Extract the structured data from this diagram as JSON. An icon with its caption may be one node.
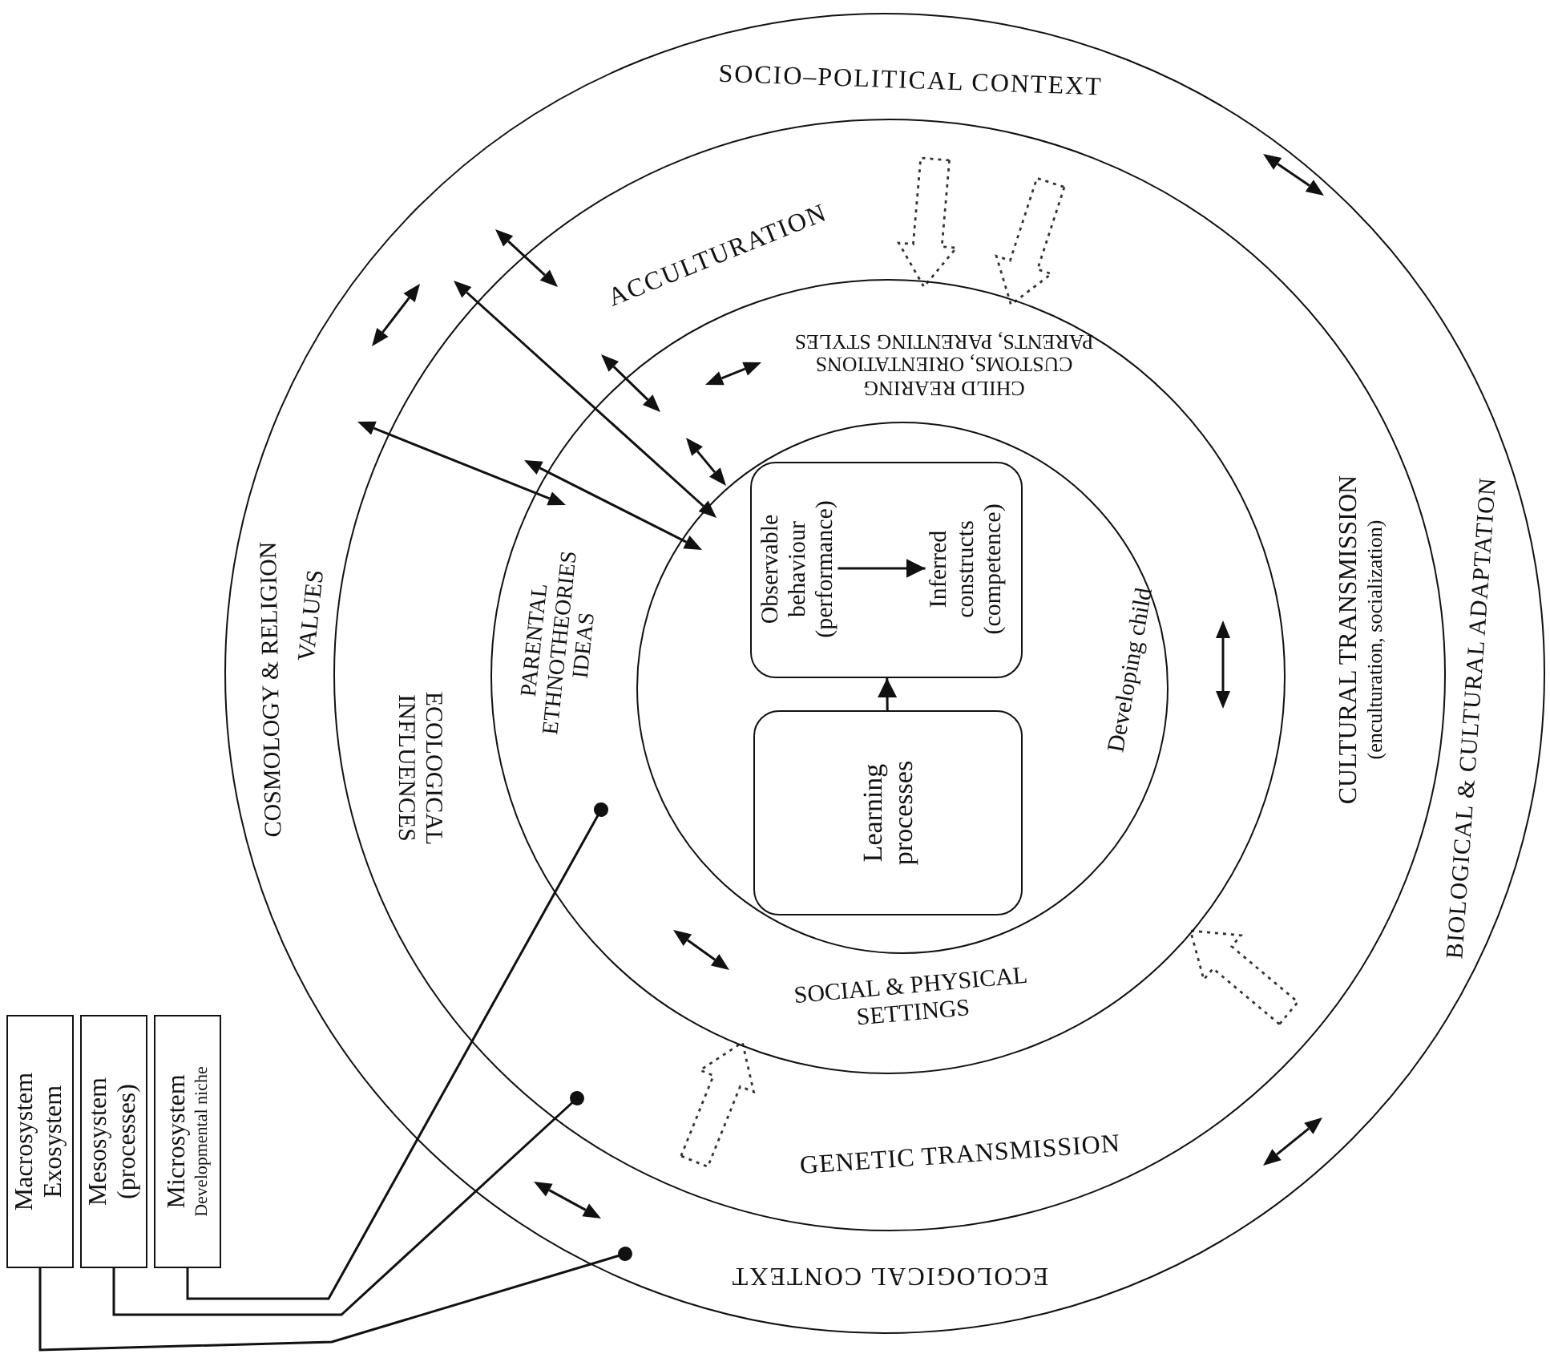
{
  "diagram": {
    "nodes": [
      {
        "text": [
          "SOCIO–POLITICAL CONTEXT",
          "COSMOLOGY & RELIGION",
          "VALUES",
          "BIOLOGICAL & CULTURAL ADAPTATION",
          "ECOLOGICAL CONTEXT"
        ]
      },
      {
        "text": [
          "ACCULTURATION",
          "CULTURAL TRANSMISSION",
          "(enculturation, socialization)",
          "GENETIC TRANSMISSION",
          "ECOLOGICAL INFLUENCES"
        ],
        "in": 0
      },
      {
        "text": [
          "PARENTAL ETHNOTHEORIES IDEAS",
          "CHILD REARING",
          "CUSTOMS, ORIENTATIONS",
          "PARENTS, PARENTING STYLES",
          "SOCIAL & PHYSICAL",
          "SETTINGS"
        ],
        "in": 1
      },
      {
        "text": [
          "Developing child"
        ],
        "in": 2
      },
      {
        "text": [],
        "shape": "box",
        "in": 3
      },
      {
        "text": [
          "Observable behaviour (performance)"
        ],
        "in": 4
      },
      {
        "text": [
          "Inferred constructs (competence)"
        ],
        "in": 4
      },
      {
        "text": [
          "Learning processes"
        ],
        "in": 3
      },
      {
        "text": [
          "Macrosystem",
          "Exosystem"
        ]
      },
      {
        "text": [
          "Mesosystem",
          "(processes)"
        ]
      },
      {
        "text": [
          "Microsystem",
          "Developmental niche"
        ]
      }
    ],
    "edges": [
      {
        "from": 5,
        "to": 6,
        "arrow": "to"
      },
      {
        "from": 7,
        "to": 4,
        "arrow": "to"
      },
      {
        "from": 8,
        "to": 0,
        "arrow": "other"
      },
      {
        "from": 9,
        "to": 1,
        "arrow": "other"
      },
      {
        "from": 10,
        "to": 2,
        "arrow": "other"
      }
    ]
  }
}
